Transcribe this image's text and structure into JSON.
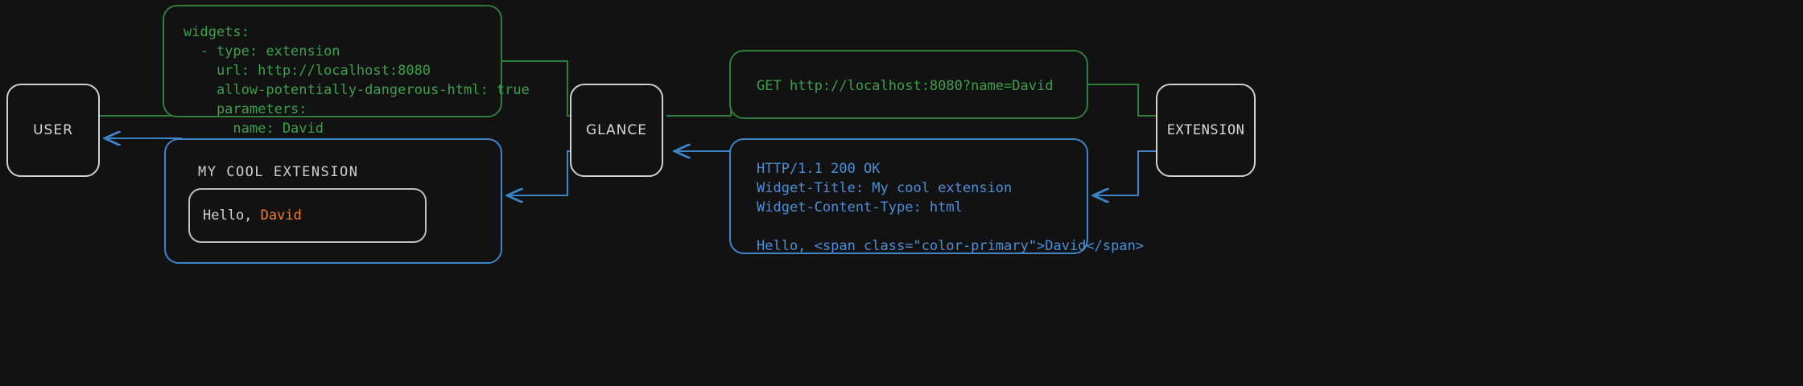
{
  "theme": {
    "background": "#121212",
    "node_border": "#d0d0d0",
    "node_label": "#d8d8d8",
    "request_color": "#2f7d38",
    "request_text_color": "#3aa14a",
    "response_color": "#3d85c8",
    "response_text_color": "#4a90d9",
    "widget_accent": "#f07c25",
    "widget_text": "#d4d4d4"
  },
  "diagram": {
    "type": "sequence-flow",
    "nodes": [
      {
        "id": "user",
        "label": "USER"
      },
      {
        "id": "glance",
        "label": "GLANCE"
      },
      {
        "id": "extension",
        "label": "EXTENSION"
      }
    ],
    "edges": [
      {
        "from": "user",
        "to": "glance",
        "direction": "right",
        "color": "#2f7d38",
        "kind": "request"
      },
      {
        "from": "glance",
        "to": "extension",
        "direction": "right",
        "color": "#2f7d38",
        "kind": "request"
      },
      {
        "from": "extension",
        "to": "glance",
        "direction": "left",
        "color": "#3d85c8",
        "kind": "response"
      },
      {
        "from": "glance",
        "to": "user",
        "direction": "left",
        "color": "#3d85c8",
        "kind": "response"
      }
    ]
  },
  "messages": {
    "config_yaml": {
      "kind": "request",
      "color": "#3aa14a",
      "text": "widgets:\n  - type: extension\n    url: http://localhost:8080\n    allow-potentially-dangerous-html: true\n    parameters:\n      name: David"
    },
    "http_request": {
      "kind": "request",
      "color": "#3aa14a",
      "text": "GET http://localhost:8080?name=David"
    },
    "http_response": {
      "kind": "response",
      "color": "#4a90d9",
      "text": "HTTP/1.1 200 OK\nWidget-Title: My cool extension\nWidget-Content-Type: html\n\nHello, <span class=\"color-primary\">David</span>"
    },
    "rendered_widget": {
      "kind": "response",
      "title": "MY COOL EXTENSION",
      "body_prefix": "Hello, ",
      "body_accent": "David"
    }
  }
}
